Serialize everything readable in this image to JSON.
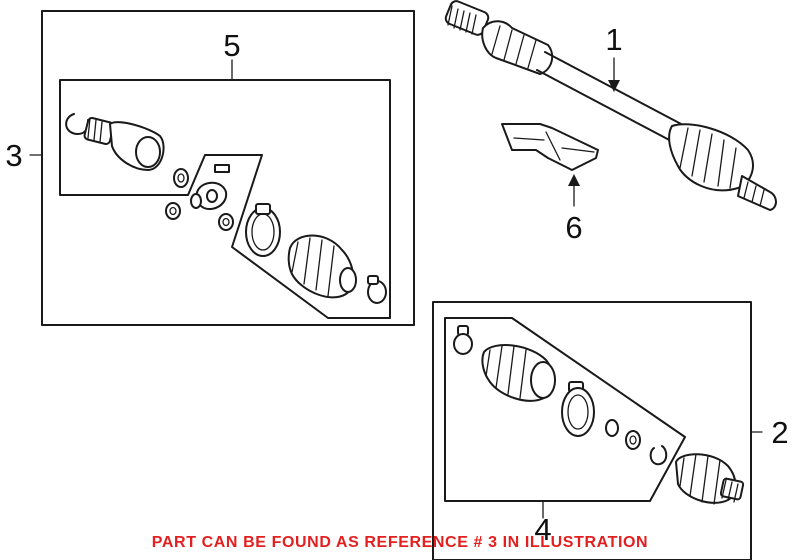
{
  "callouts": {
    "c1": "1",
    "c2": "2",
    "c3": "3",
    "c4": "4",
    "c5": "5",
    "c6": "6"
  },
  "footer": {
    "note": "PART CAN BE FOUND AS REFERENCE # 3 IN ILLUSTRATION",
    "color": "#e2201f"
  }
}
